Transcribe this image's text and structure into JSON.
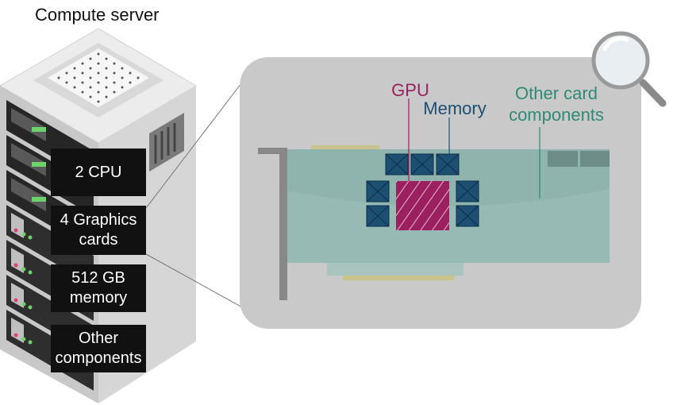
{
  "title": "Compute server",
  "specs": {
    "cpu": "2 CPU",
    "gpu": "4 Graphics cards",
    "memory": "512 GB memory",
    "other": "Other components"
  },
  "card_labels": {
    "gpu": "GPU",
    "memory": "Memory",
    "other": "Other card components"
  },
  "icons": [
    "magnifier-icon",
    "server-rack-icon",
    "graphics-card-icon"
  ],
  "colors": {
    "gpu": "#9b2060",
    "memory": "#1d4f73",
    "other": "#2f8a75",
    "panel": "#c9c9c9",
    "label_bg": "#111111"
  }
}
